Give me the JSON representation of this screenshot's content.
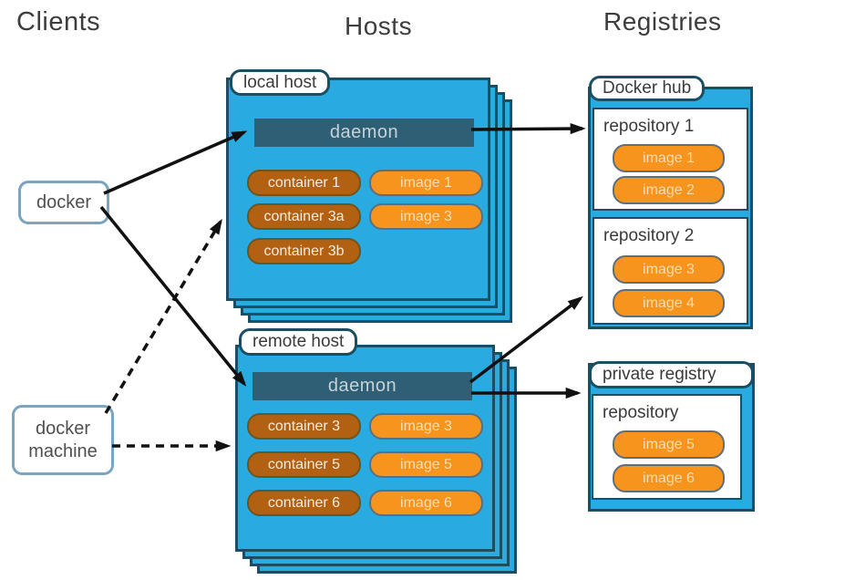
{
  "headers": {
    "clients": "Clients",
    "hosts": "Hosts",
    "registries": "Registries"
  },
  "clients": {
    "docker": {
      "label": "docker"
    },
    "docker_machine": {
      "line1": "docker",
      "line2": "machine"
    }
  },
  "hosts": {
    "local": {
      "label": "local host",
      "daemon_label": "daemon",
      "containers": [
        "container 1",
        "container 3a",
        "container 3b"
      ],
      "images": [
        "image 1",
        "image 3"
      ]
    },
    "remote": {
      "label": "remote host",
      "daemon_label": "daemon",
      "containers": [
        "container 3",
        "container 5",
        "container 6"
      ],
      "images": [
        "image 3",
        "image 5",
        "image 6"
      ]
    }
  },
  "registries": {
    "docker_hub": {
      "label": "Docker hub",
      "repos": [
        {
          "name": "repository 1",
          "images": [
            "image 1",
            "image 2"
          ]
        },
        {
          "name": "repository 2",
          "images": [
            "image 3",
            "image 4"
          ]
        }
      ]
    },
    "private_registry": {
      "label": "private registry",
      "repos": [
        {
          "name": "repository",
          "images": [
            "image 5",
            "image 6"
          ]
        }
      ]
    }
  },
  "connections": [
    {
      "from": "docker",
      "to": "local-host-daemon",
      "style": "solid"
    },
    {
      "from": "docker",
      "to": "remote-host-daemon",
      "style": "solid"
    },
    {
      "from": "docker-machine",
      "to": "local-host",
      "style": "dashed"
    },
    {
      "from": "docker-machine",
      "to": "remote-host",
      "style": "dashed"
    },
    {
      "from": "local-host-daemon",
      "to": "docker-hub-repository-1",
      "style": "solid"
    },
    {
      "from": "remote-host-daemon",
      "to": "docker-hub-repository-2",
      "style": "solid"
    },
    {
      "from": "remote-host-daemon",
      "to": "private-registry",
      "style": "solid"
    }
  ],
  "colors": {
    "host_blue": "#29abe2",
    "dark_border": "#1b4e63",
    "daemon_bar": "#2e5f74",
    "container_orange": "#b26112",
    "image_orange": "#f7941e",
    "client_border": "#7ba4c2",
    "arrow": "#111111"
  }
}
